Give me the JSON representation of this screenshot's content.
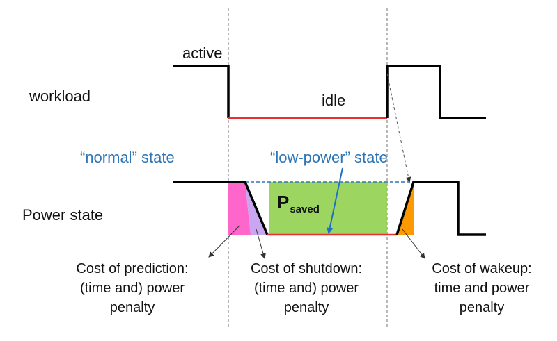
{
  "labels": {
    "active": "active",
    "workload": "workload",
    "idle": "idle",
    "normal_state": "“normal” state",
    "low_power_state": "“low-power” state",
    "power_state": "Power state",
    "p_main": "P",
    "p_sub": "saved"
  },
  "captions": {
    "prediction": {
      "line1": "Cost of prediction:",
      "line2": "(time and) power",
      "line3": "penalty"
    },
    "shutdown": {
      "line1": "Cost of shutdown:",
      "line2": "(time and) power",
      "line3": "penalty"
    },
    "wakeup": {
      "line1": "Cost of wakeup:",
      "line2": "time and power",
      "line3": "penalty"
    }
  },
  "colors": {
    "signal": "#000000",
    "idle_line": "#e8312f",
    "normal_label": "#2e75b6",
    "dashed_line": "#2e75b6",
    "prediction_cost": "#ff66cc",
    "shutdown_cost": "#c9a6f2",
    "saved_area": "#92d050",
    "wakeup_cost": "#ff9900",
    "guide_line": "#8a8a8a"
  }
}
